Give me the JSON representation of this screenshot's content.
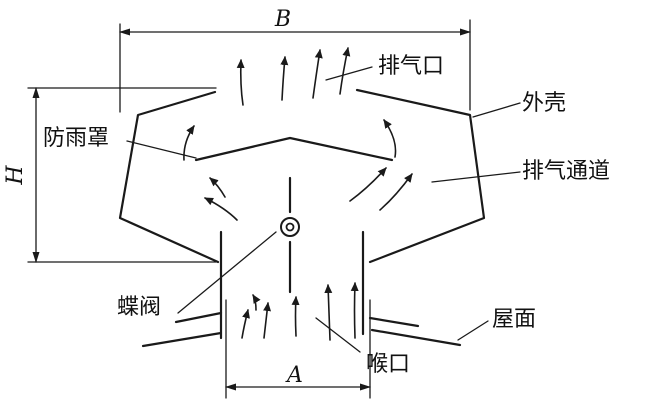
{
  "labels": {
    "exhaust_outlet": "排气口",
    "shell": "外壳",
    "rain_hood": "防雨罩",
    "exhaust_channel": "排气通道",
    "butterfly_valve": "蝶阀",
    "roof": "屋面",
    "throat": "喉口"
  },
  "dimensions": {
    "width_top": "B",
    "height": "H",
    "width_throat": "A"
  }
}
